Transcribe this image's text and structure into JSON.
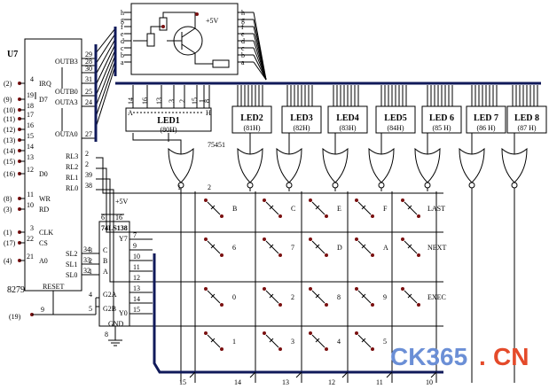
{
  "chip_8279": {
    "ref": "U7",
    "part": "8279",
    "left_pins": [
      {
        "num": "(2)",
        "pin": "4",
        "name": "IRQ"
      },
      {
        "num": "(9)",
        "pin": "19",
        "name": "D7"
      },
      {
        "num": "(10)",
        "pin": "18",
        "name": ""
      },
      {
        "num": "(11)",
        "pin": "17",
        "name": ""
      },
      {
        "num": "(12)",
        "pin": "16",
        "name": ""
      },
      {
        "num": "(13)",
        "pin": "15",
        "name": ""
      },
      {
        "num": "(14)",
        "pin": "14",
        "name": ""
      },
      {
        "num": "(15)",
        "pin": "13",
        "name": ""
      },
      {
        "num": "(16)",
        "pin": "12",
        "name": "D0"
      },
      {
        "num": "(8)",
        "pin": "11",
        "name": "WR"
      },
      {
        "num": "(3)",
        "pin": "10",
        "name": "RD"
      },
      {
        "num": "(1)",
        "pin": "3",
        "name": "CLK"
      },
      {
        "num": "(17)",
        "pin": "22",
        "name": "CS"
      },
      {
        "num": "(4)",
        "pin": "21",
        "name": "A0"
      }
    ],
    "reset_label": "RESET",
    "reset_pin": "9",
    "reset_net": "(19)",
    "right_out": [
      {
        "name": "OUTB3",
        "pin": "28"
      },
      {
        "name": "OUTB0",
        "pin": "25"
      },
      {
        "name": "OUTA3",
        "pin": "24"
      },
      {
        "name": "OUTA0",
        "pin": "27"
      }
    ],
    "out_extra_pins": [
      "29",
      "30",
      "31"
    ],
    "rl": [
      {
        "name": "RL3",
        "pin": "2"
      },
      {
        "name": "RL2",
        "pin": "2"
      },
      {
        "name": "RL1",
        "pin": "39"
      },
      {
        "name": "RL0",
        "pin": "38"
      }
    ],
    "sl": [
      {
        "name": "SL2",
        "pin": "34"
      },
      {
        "name": "SL1",
        "pin": "33"
      },
      {
        "name": "SL0",
        "pin": "32"
      }
    ]
  },
  "chip_138": {
    "part": "74LS138",
    "vcc": "+5V",
    "pins_top": [
      "6",
      "16"
    ],
    "inputs": [
      {
        "pin": "3",
        "name": "C"
      },
      {
        "pin": "2",
        "name": "B"
      },
      {
        "pin": "1",
        "name": "A"
      },
      {
        "pin": "4",
        "name": "G2A"
      },
      {
        "pin": "5",
        "name": "G2B"
      }
    ],
    "y7": "Y7",
    "y0": "Y0",
    "outputs": [
      "7",
      "9",
      "10",
      "11",
      "12",
      "13",
      "14",
      "15"
    ],
    "gnd_pin": "8",
    "gnd": "GND"
  },
  "transistor_box": {
    "vcc": "+5V",
    "left_letters": [
      "h",
      "g",
      "f",
      "e",
      "d",
      "c",
      "b",
      "a"
    ],
    "right_letters": [
      "h",
      "g",
      "f",
      "e",
      "d",
      "c",
      "b",
      "a"
    ]
  },
  "led1": {
    "name": "LED1",
    "addr": "(80H)",
    "pins": [
      "14",
      "16",
      "13",
      "3",
      "2",
      "15",
      "1",
      "8"
    ],
    "range_a": "A",
    "range_h": "H"
  },
  "leds": [
    {
      "name": "LED2",
      "addr": "(81H)"
    },
    {
      "name": "LED3",
      "addr": "(82H)"
    },
    {
      "name": "LED4",
      "addr": "(83H)"
    },
    {
      "name": "LED5",
      "addr": "(84H)"
    },
    {
      "name": "LED 6",
      "addr": "(85 H)"
    },
    {
      "name": "LED 7",
      "addr": "(86 H)"
    },
    {
      "name": "LED 8",
      "addr": "(87 H)"
    }
  ],
  "gate_label": "75451",
  "gate_pins": [
    "1",
    "2"
  ],
  "keys": {
    "row1": [
      "B",
      "C",
      "E",
      "F",
      "LAST"
    ],
    "row2": [
      "6",
      "7",
      "D",
      "A",
      "NEXT"
    ],
    "row3": [
      "0",
      "2",
      "8",
      "9",
      "EXEC"
    ],
    "row4": [
      "1",
      "3",
      "4",
      "5"
    ]
  },
  "bottom_pins": [
    "15",
    "14",
    "13",
    "12",
    "11",
    "10"
  ],
  "watermark": {
    "text1": "CK365",
    "dot": ".",
    "text2": "CN"
  },
  "colors": {
    "bus": "#101a5a",
    "line": "#000000",
    "dot": "#7a1010",
    "wm_blue": "#6b8fd6",
    "wm_red": "#e44a2a"
  }
}
